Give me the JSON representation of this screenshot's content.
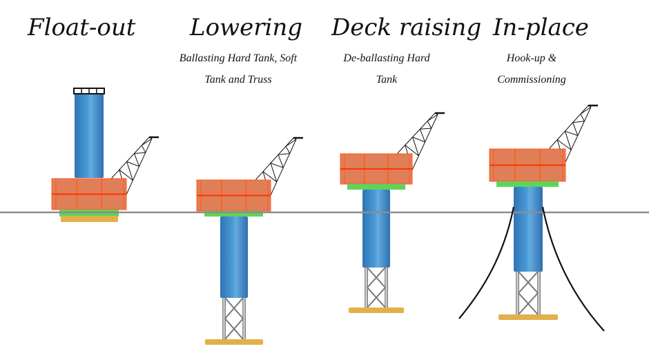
{
  "figure": {
    "description": "Spar platform installation sequence",
    "colors": {
      "hull": "#3a86c8",
      "hull_highlight": "#6fb3e6",
      "deck": "#e07e58",
      "deck_line": "#ff3300",
      "deck_grid": "#ff5a1f",
      "support_green": "#5dd45a",
      "base_yellow": "#e2b04a",
      "truss": "#8a8a8a",
      "waterline": "#8c8c8c",
      "mooring": "#111111",
      "crane": "#111111"
    },
    "waterline_label": "",
    "stages": [
      {
        "id": "float-out",
        "title": "Float-out",
        "description_lines": []
      },
      {
        "id": "lowering",
        "title": "Lowering",
        "description_lines": [
          "Ballasting Hard Tank, Soft",
          "Tank and Truss"
        ]
      },
      {
        "id": "deck-raising",
        "title": "Deck raising",
        "description_lines": [
          "De-ballasting Hard",
          "Tank"
        ]
      },
      {
        "id": "in-place",
        "title": "In-place",
        "description_lines": [
          "Hook-up &",
          "Commissioning"
        ]
      }
    ]
  }
}
